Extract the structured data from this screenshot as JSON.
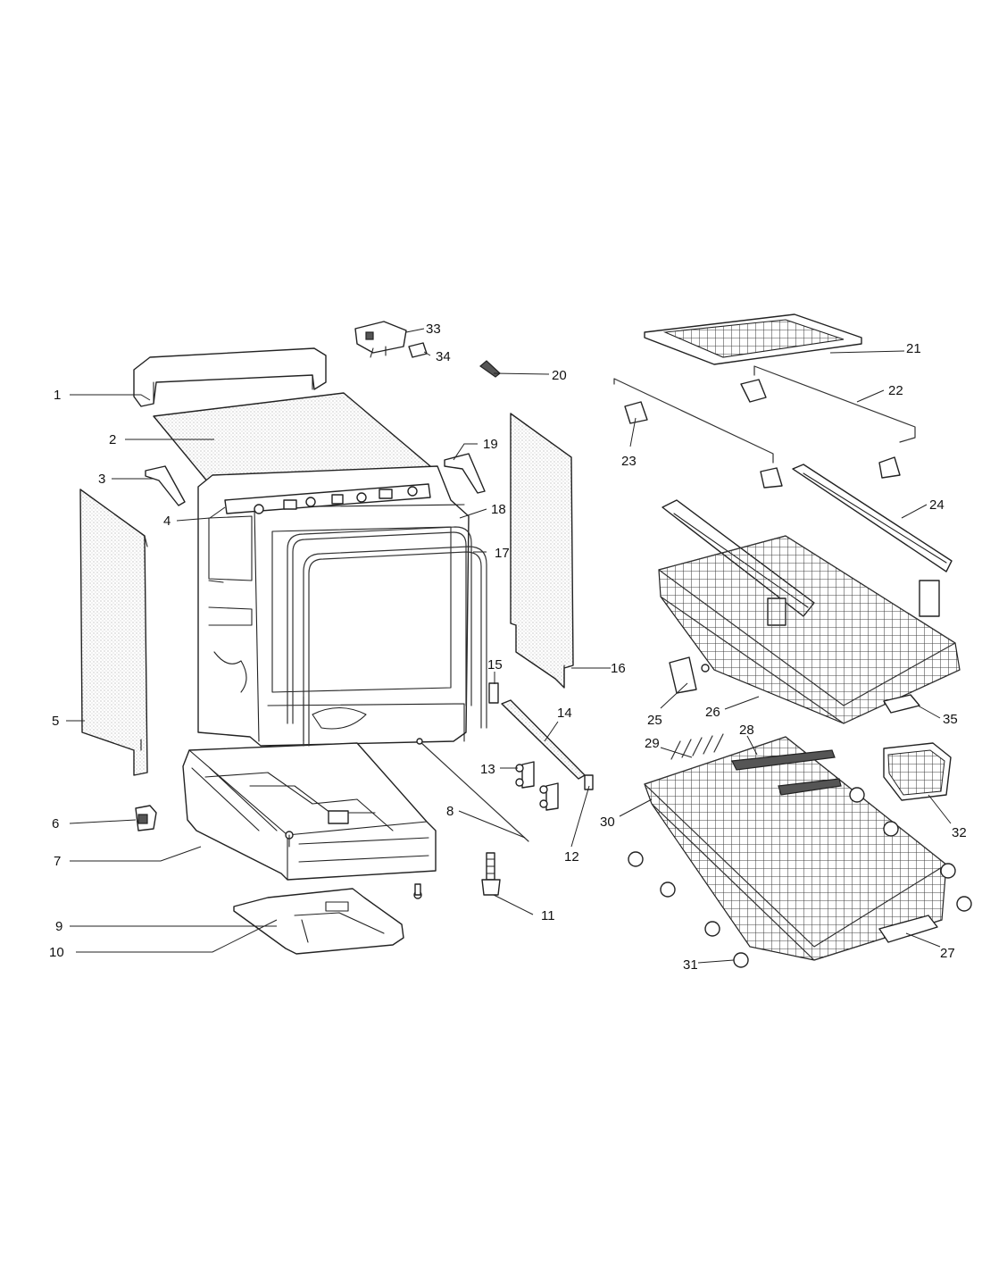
{
  "colors": {
    "line": "#222222",
    "stipple": "#9a9a9a",
    "background": "#ffffff"
  },
  "callouts": [
    "1",
    "2",
    "3",
    "4",
    "5",
    "6",
    "7",
    "8",
    "9",
    "10",
    "11",
    "12",
    "13",
    "14",
    "15",
    "16",
    "17",
    "18",
    "19",
    "20",
    "21",
    "22",
    "23",
    "24",
    "25",
    "26",
    "27",
    "28",
    "29",
    "30",
    "31",
    "32",
    "33",
    "34",
    "35"
  ]
}
